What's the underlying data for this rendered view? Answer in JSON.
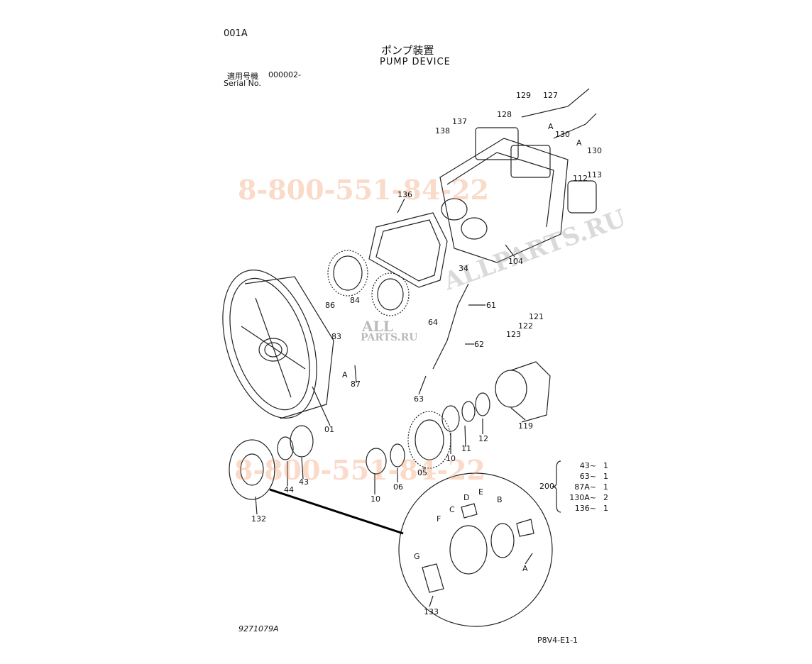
{
  "header": {
    "page_code": "001A",
    "title_jp": "ポンプ装置",
    "title_en": "PUMP DEVICE",
    "applicable_label_jp": "適用号機",
    "serial_from": "000002-",
    "serial_label": "Serial No."
  },
  "footer": {
    "drawing_number": "9271079A",
    "page_ref": "P8V4-E1-1"
  },
  "watermarks": {
    "phone_top": "8-800-551-84-22",
    "phone_bottom": "8-800-551-84-22",
    "site": "ALLPARTS.RU",
    "logo_top": "ALL",
    "logo_bottom": "PARTS.RU"
  },
  "callouts": [
    "001A"
  ],
  "kit": {
    "parent": "200",
    "items": [
      {
        "part": "43~",
        "qty": "1"
      },
      {
        "part": "63~",
        "qty": "1"
      },
      {
        "part": "87A~",
        "qty": "1"
      },
      {
        "part": "130A~",
        "qty": "2"
      },
      {
        "part": "136~",
        "qty": "1"
      }
    ]
  },
  "labels": {
    "p127": "127",
    "p129": "129",
    "p128": "128",
    "p137": "137",
    "p138": "138",
    "p130a": "130",
    "p130b": "130",
    "pA1": "A",
    "pA2": "A",
    "p112": "112",
    "p113": "113",
    "p136": "136",
    "p104": "104",
    "p34": "34",
    "p84": "84",
    "p86": "86",
    "p83": "83",
    "p61": "61",
    "p64": "64",
    "p62": "62",
    "p121": "121",
    "p122": "122",
    "p123": "123",
    "p87": "87",
    "pA3": "A",
    "p63": "63",
    "p01": "01",
    "p119": "119",
    "p12": "12",
    "p11": "11",
    "p10a": "10",
    "p05": "05",
    "p06": "06",
    "p10b": "10",
    "p44": "44",
    "p43": "43",
    "p132": "132",
    "pD": "D",
    "pE": "E",
    "pB": "B",
    "pC": "C",
    "pF": "F",
    "pG": "G",
    "pA4": "A",
    "p133": "133"
  }
}
